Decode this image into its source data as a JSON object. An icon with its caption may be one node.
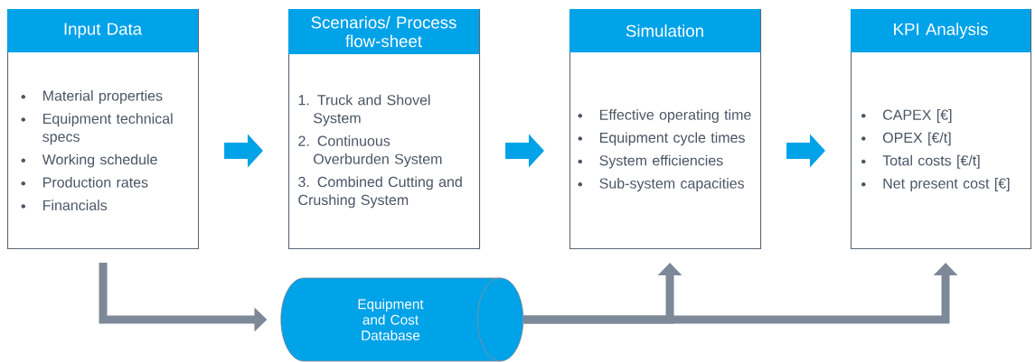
{
  "diagram": {
    "nodes": [
      {
        "text": [
          "Input Data",
          "Material properties",
          "Equipment technical specs",
          "Working schedule",
          "Production rates",
          "Financials"
        ]
      },
      {
        "text": [
          "Scenarios/ Process flow-sheet",
          "1. Truck and Shovel System",
          "2. Continuous Overburden System",
          "3. Combined Cutting and Crushing System"
        ]
      },
      {
        "text": [
          "Simulation",
          "Effective operating time",
          "Equipment cycle times",
          "System efficiencies",
          "Sub-system capacities"
        ]
      },
      {
        "text": [
          "KPI Analysis",
          "CAPEX [€]",
          "OPEX [€/t]",
          "Total costs [€/t]",
          "Net present cost [€]"
        ]
      },
      {
        "text": [
          "Equipment and Cost Database"
        ]
      }
    ],
    "edges": [
      {
        "from": 0,
        "to": 1,
        "arrow": "to",
        "style": "thick"
      },
      {
        "from": 1,
        "to": 2,
        "arrow": "to",
        "style": "thick"
      },
      {
        "from": 2,
        "to": 3,
        "arrow": "to",
        "style": "thick"
      },
      {
        "from": 0,
        "to": 4,
        "arrow": "to",
        "color": "#7d8898"
      },
      {
        "from": 4,
        "to": 2,
        "arrow": "to",
        "color": "#7d8898"
      },
      {
        "from": 4,
        "to": 3,
        "arrow": "to",
        "color": "#7d8898"
      }
    ]
  }
}
